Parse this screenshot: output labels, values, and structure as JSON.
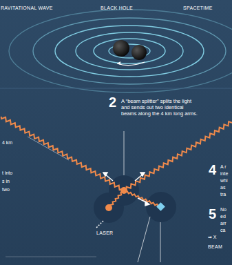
{
  "diagram": {
    "labels": [
      "RAVITATIONAL WAVE",
      "BLACK HOLE",
      "SPACETIME",
      "2",
      "A “beam splitter” splits the light and sends out two identical beams along the 4 km long arms.",
      "4 km",
      "t into",
      "s in",
      "two",
      "4",
      "A r",
      "inte",
      "whi",
      "as",
      "tra",
      "5",
      "No",
      "ed",
      "arr",
      "ca",
      "LASER",
      "➡ X",
      "BEAM"
    ]
  }
}
